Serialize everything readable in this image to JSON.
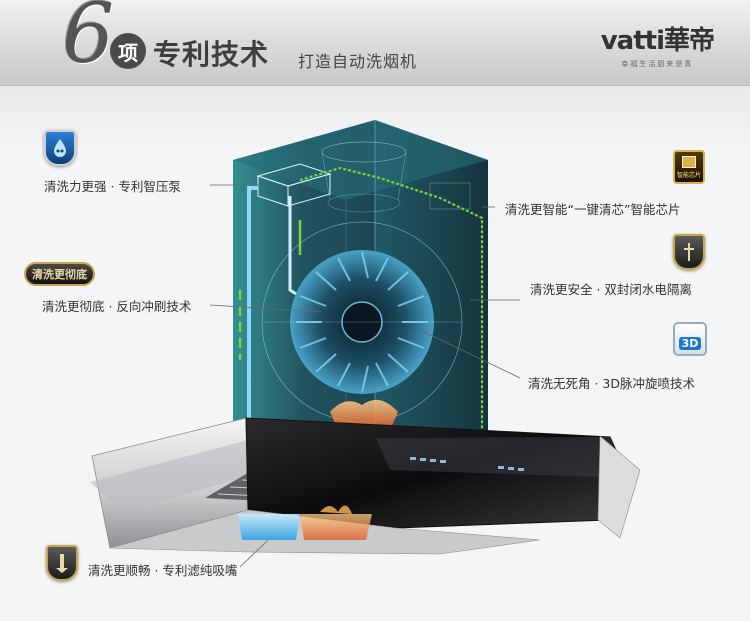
{
  "header": {
    "number": "6",
    "unit_char": "项",
    "headline": "专利技术",
    "subheadline": "打造自动洗烟机"
  },
  "brand": {
    "logo_text": "vatti華帝",
    "tagline": "幸福生活厨来是真"
  },
  "features": {
    "left": [
      {
        "icon": "water-pump-icon",
        "label": "清洗力更强 · 专利智压泵"
      },
      {
        "icon": "thorough-clean-badge-icon",
        "badge_text": "清洗更彻底",
        "label": "清洗更彻底 · 反向冲刷技术"
      },
      {
        "icon": "nozzle-icon",
        "label": "清洗更顺畅 · 专利滤纯吸嘴"
      }
    ],
    "right": [
      {
        "icon": "smart-chip-icon",
        "badge_text": "智能芯片",
        "label": "清洗更智能“一键清芯”智能芯片"
      },
      {
        "icon": "shield-lock-icon",
        "label": "清洗更安全 · 双封闭水电隔离"
      },
      {
        "icon": "3d-spray-icon",
        "badge_text": "3D",
        "label": "清洗无死角 · 3D脉冲旋喷技术"
      }
    ]
  },
  "colors": {
    "accent_blue": "#1b78d0",
    "cabinet_teal": "#1d5c66",
    "green_line": "#7bd23a",
    "flame_orange": "#f07a2a",
    "gold": "#c9a646"
  }
}
